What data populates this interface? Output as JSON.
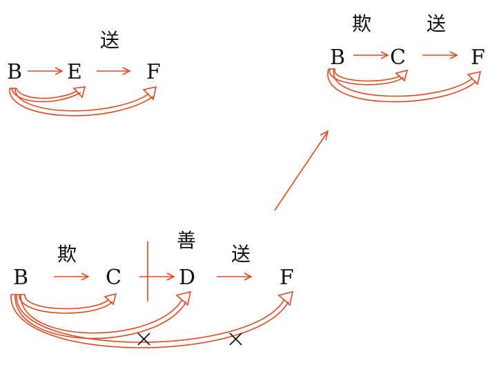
{
  "colors": {
    "arrow": "#e0461e",
    "text": "#111111"
  },
  "diagrams": {
    "top_left": {
      "nodes": [
        "B",
        "E",
        "F"
      ],
      "edge_labels": [
        "送"
      ]
    },
    "top_right": {
      "nodes": [
        "B",
        "C",
        "F"
      ],
      "edge_labels": [
        "欺",
        "送"
      ]
    },
    "bottom": {
      "nodes": [
        "B",
        "C",
        "D",
        "F"
      ],
      "edge_labels": [
        "欺",
        "善",
        "送"
      ],
      "blocked_marks": [
        "×",
        "×"
      ]
    }
  }
}
